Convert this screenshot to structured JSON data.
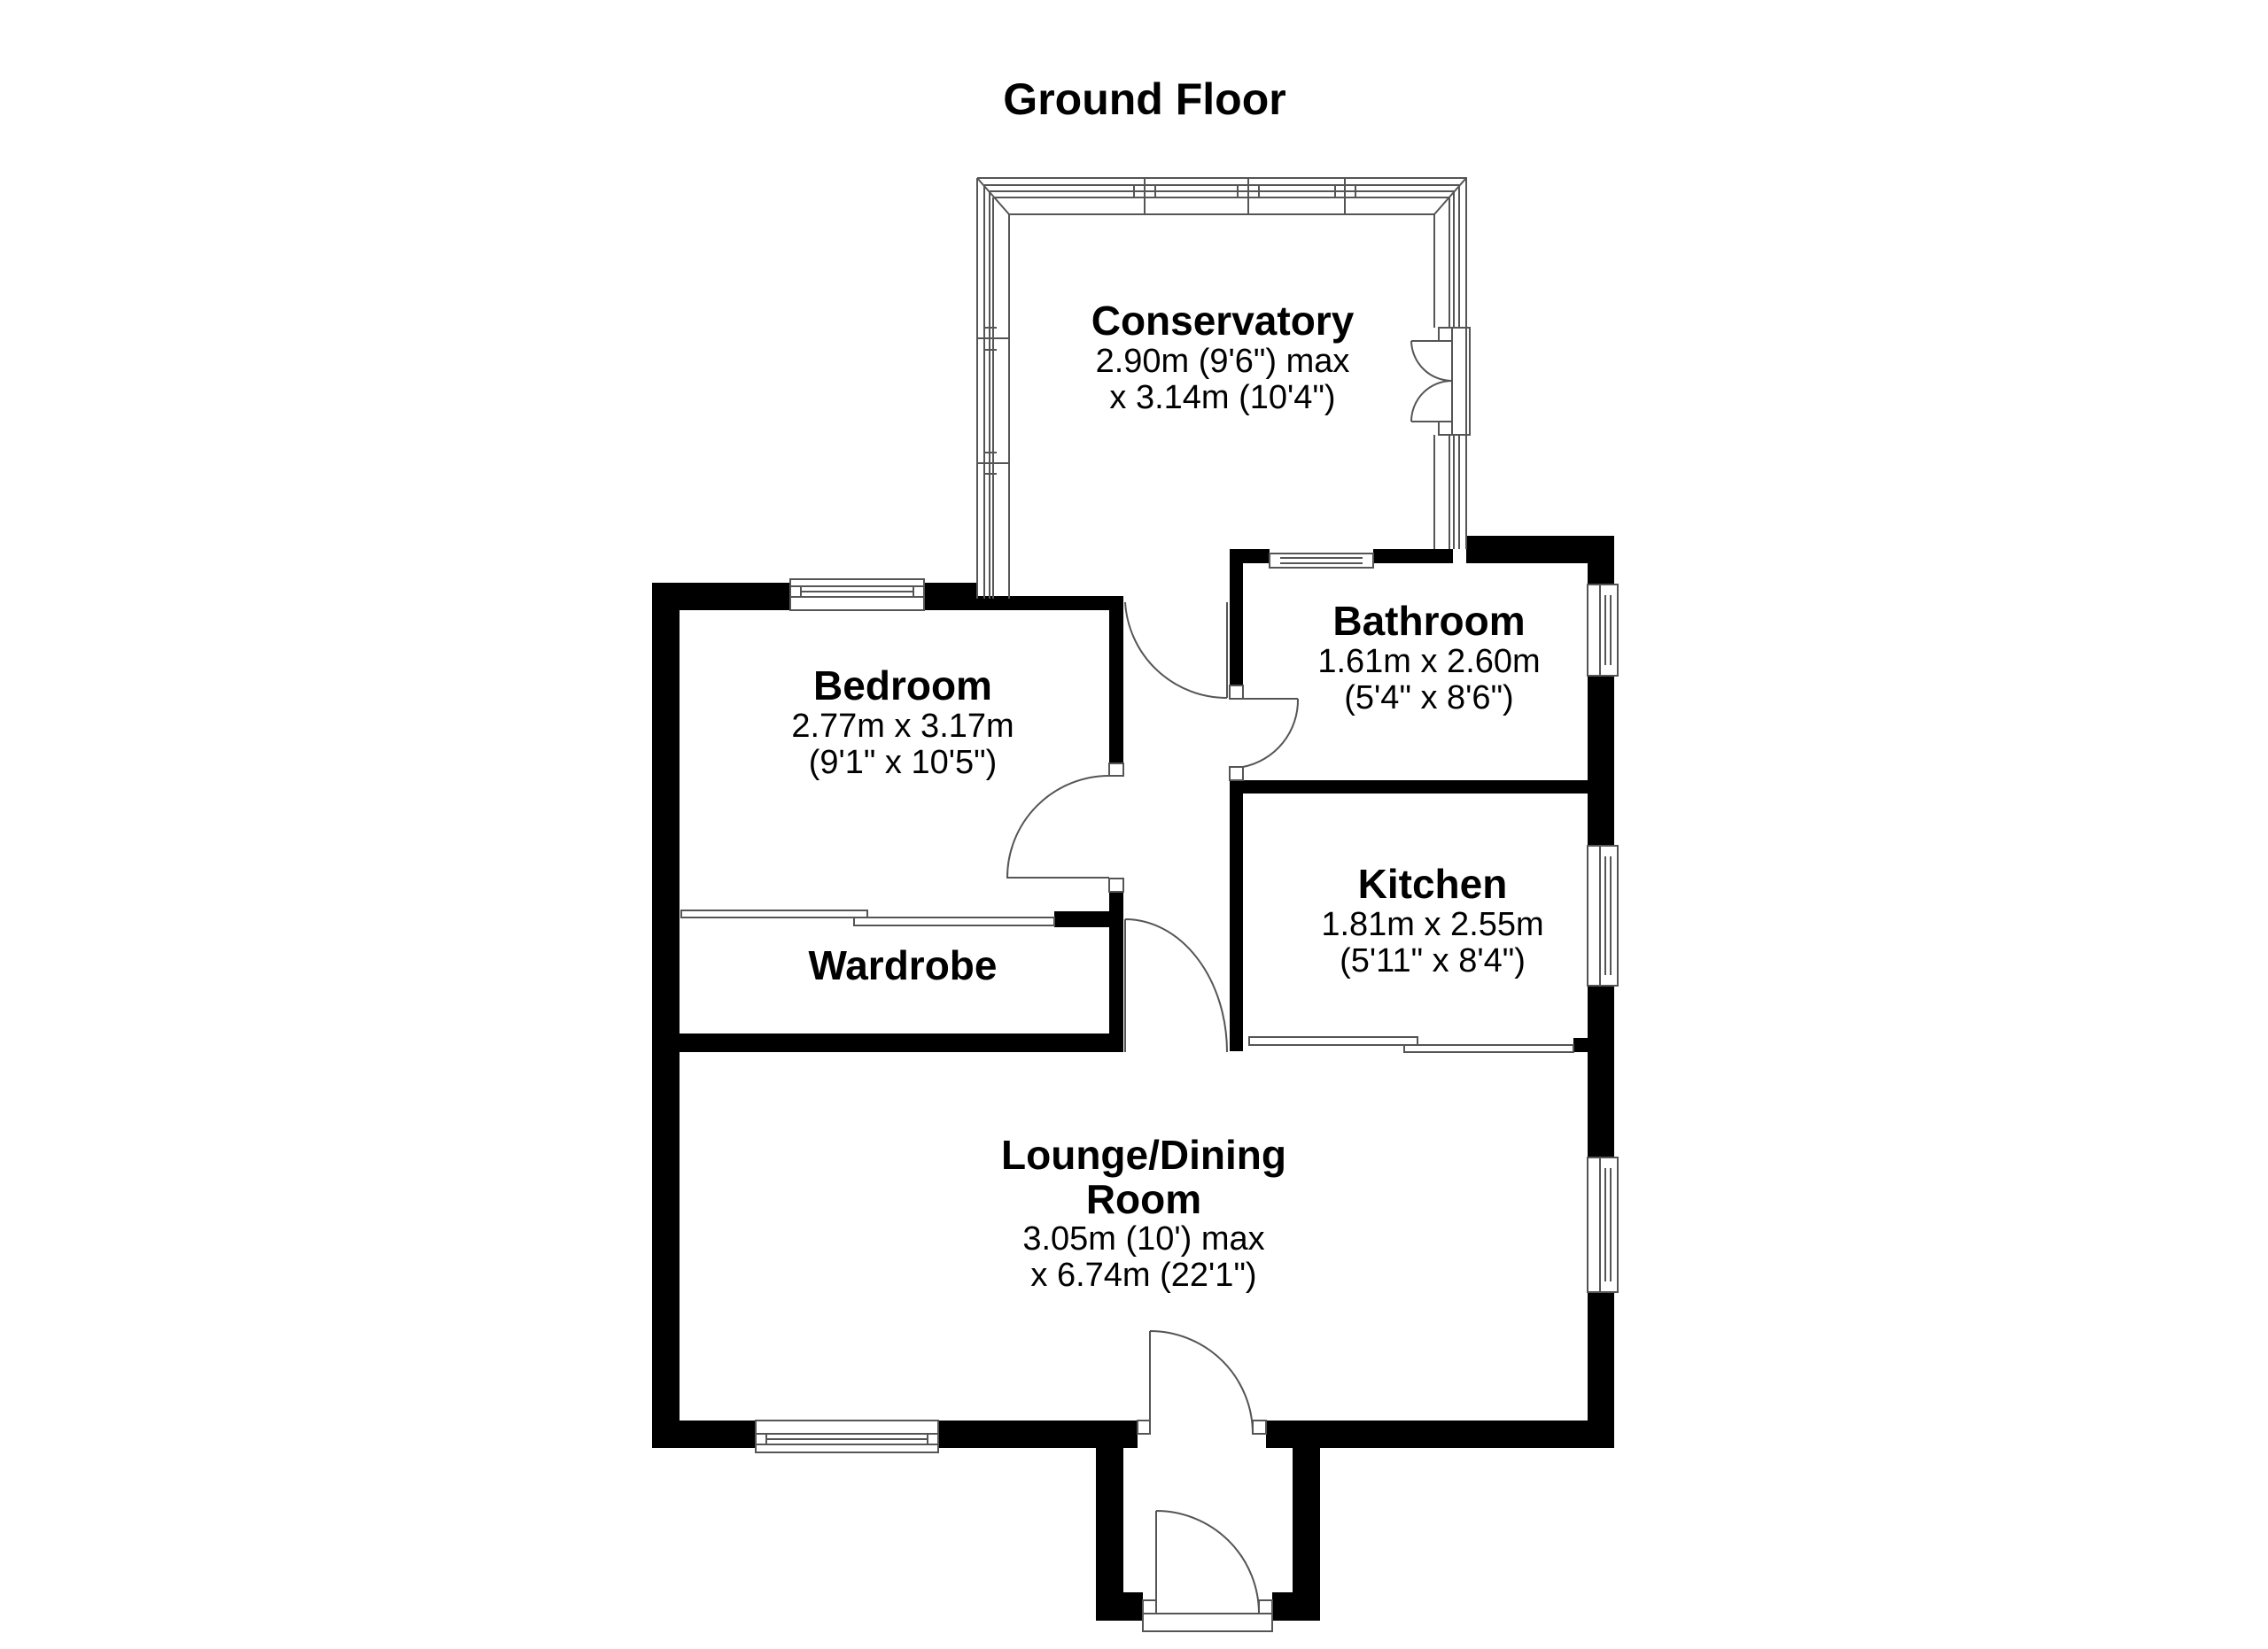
{
  "plan": {
    "title": "Ground Floor",
    "wall_color": "#000000",
    "line_color": "#555555",
    "background": "#ffffff"
  },
  "rooms": {
    "conservatory": {
      "name": "Conservatory",
      "dim1": "2.90m (9'6\") max",
      "dim2": "x 3.14m (10'4\")"
    },
    "bedroom": {
      "name": "Bedroom",
      "dim1": "2.77m x 3.17m",
      "dim2": "(9'1\" x 10'5\")"
    },
    "bathroom": {
      "name": "Bathroom",
      "dim1": "1.61m x 2.60m",
      "dim2": "(5'4\" x 8'6\")"
    },
    "kitchen": {
      "name": "Kitchen",
      "dim1": "1.81m x 2.55m",
      "dim2": "(5'11\" x 8'4\")"
    },
    "wardrobe": {
      "name": "Wardrobe"
    },
    "lounge": {
      "name_line1": "Lounge/Dining",
      "name_line2": "Room",
      "dim1": "3.05m (10') max",
      "dim2": "x 6.74m (22'1\")"
    }
  }
}
